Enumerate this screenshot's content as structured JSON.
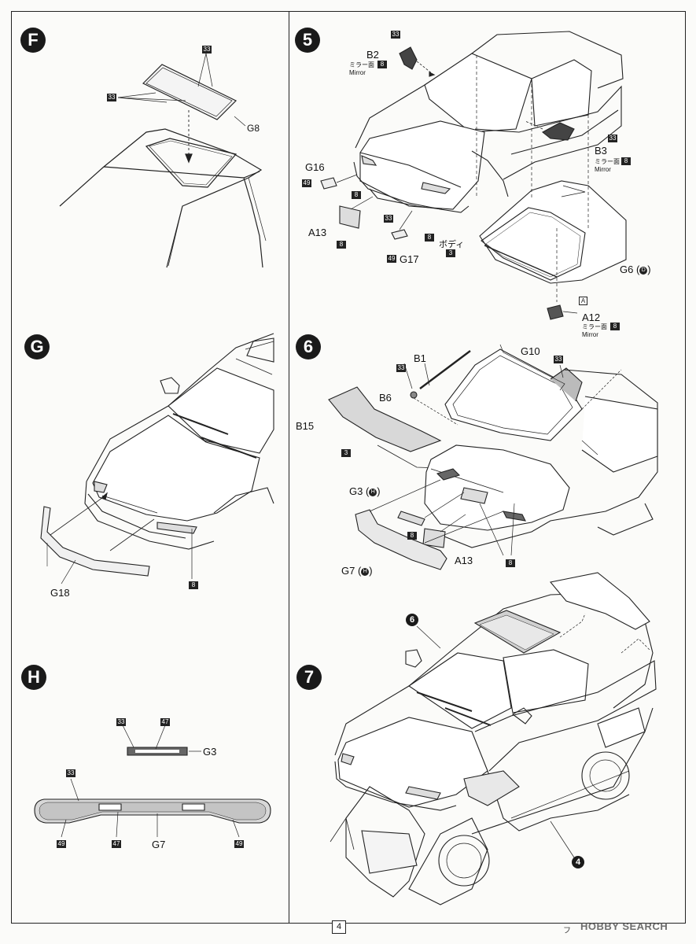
{
  "page_number": "4",
  "footer_text": "フ",
  "watermark": "HOBBY SEARCH",
  "panel_f": {
    "step": "F",
    "labels": {
      "part_g8": "G8",
      "code_33a": "33",
      "code_33b": "33"
    }
  },
  "panel_5": {
    "step": "5",
    "labels": {
      "b2": "B2",
      "mirror_jp_b2": "ミラー面",
      "mirror_b2": "Mirror",
      "code_b2_8": "8",
      "code_b2_33": "33",
      "b3": "B3",
      "mirror_jp_b3": "ミラー面",
      "mirror_b3": "Mirror",
      "code_b3_8": "8",
      "code_b3_33": "33",
      "g16": "G16",
      "code_49a": "49",
      "code_8a": "8",
      "a13": "A13",
      "code_8b": "8",
      "code_33c": "33",
      "code_8c": "8",
      "g17": "G17",
      "code_49b": "49",
      "body_jp": "ボディ",
      "code_3": "3",
      "g6": "G6",
      "g6_sub": "D",
      "a12": "A12",
      "a12_box": "A",
      "mirror_jp_a12": "ミラー面",
      "mirror_a12": "Mirror",
      "code_a12_8": "8"
    }
  },
  "panel_g": {
    "step": "G",
    "labels": {
      "g18": "G18",
      "code_8": "8"
    }
  },
  "panel_6": {
    "step": "6",
    "labels": {
      "b1": "B1",
      "g10": "G10",
      "code_33a": "33",
      "code_33b": "33",
      "b6": "B6",
      "b15": "B15",
      "code_3": "3",
      "g3": "G3",
      "g3_sub": "H",
      "code_8a": "8",
      "code_8b": "8",
      "a13": "A13",
      "g7": "G7",
      "g7_sub": "H"
    }
  },
  "panel_h": {
    "step": "H",
    "labels": {
      "code_33a": "33",
      "code_47a": "47",
      "g3": "G3",
      "code_33b": "33",
      "code_49a": "49",
      "code_47b": "47",
      "g7": "G7",
      "code_49b": "49"
    }
  },
  "panel_7": {
    "step": "7",
    "labels": {
      "ref_6": "6",
      "ref_4": "4"
    }
  }
}
